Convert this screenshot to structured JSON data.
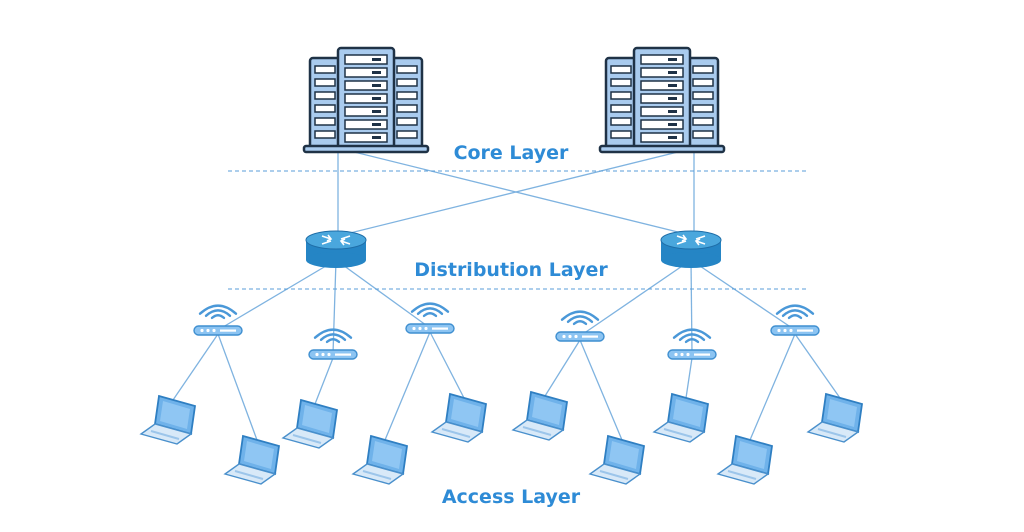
{
  "layers": {
    "core": "Core Layer",
    "distribution": "Distribution Layer",
    "access": "Access Layer"
  },
  "colors": {
    "line": "#7fb3e0",
    "divider": "#5a9ed8",
    "label": "#2e8bd6",
    "server_fill": "#a9cbee",
    "server_dark": "#1f3246",
    "router_top": "#4aa7dd",
    "router_side": "#2585c5",
    "ap_fill": "#8cc4f2",
    "laptop_screen": "#6fb2ea",
    "laptop_base": "#d8e9f8"
  },
  "icons": {
    "server": "server-rack-icon",
    "router": "router-icon",
    "access_point": "wireless-access-point-icon",
    "laptop": "laptop-icon"
  },
  "devices": {
    "core_servers": [
      "server-1",
      "server-2"
    ],
    "distribution_routers": [
      "router-1",
      "router-2"
    ],
    "access_points": [
      "ap-1",
      "ap-2",
      "ap-3",
      "ap-4",
      "ap-5",
      "ap-6"
    ],
    "laptops": [
      "laptop-1",
      "laptop-2",
      "laptop-3",
      "laptop-4",
      "laptop-5",
      "laptop-6",
      "laptop-7",
      "laptop-8",
      "laptop-9",
      "laptop-10"
    ]
  }
}
